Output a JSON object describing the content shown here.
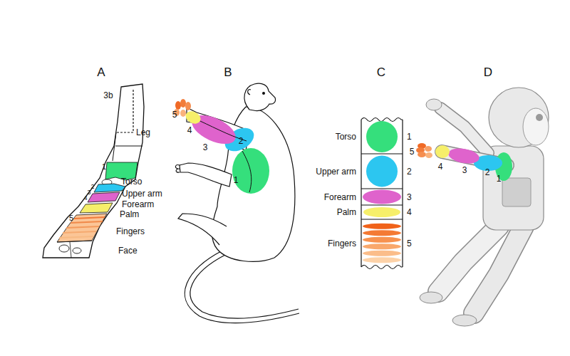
{
  "diagram": {
    "nodes": [
      {
        "text": [
          "Torso",
          "1"
        ]
      },
      {
        "text": [
          "Upper arm",
          "2"
        ]
      },
      {
        "text": [
          "Forearm",
          "3"
        ]
      },
      {
        "text": [
          "Palm",
          "4"
        ]
      },
      {
        "text": [
          "Fingers",
          "5"
        ]
      }
    ],
    "labels": [
      "A",
      "3b",
      "Leg",
      "1",
      "Torso",
      "2",
      "3",
      "4",
      "Upper arm",
      "Forearm",
      "Palm",
      "5",
      "Fingers",
      "Face",
      "B",
      "5",
      "4",
      "3",
      "2",
      "1",
      "C",
      "D",
      "5",
      "4",
      "3",
      "2",
      "1"
    ]
  }
}
